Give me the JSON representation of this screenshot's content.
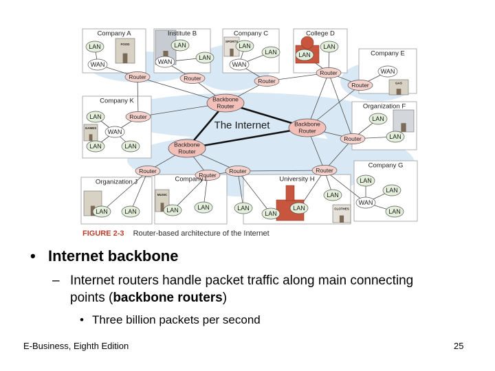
{
  "figure": {
    "caption_number": "FIGURE 2-3",
    "caption_text": "Router-based architecture of the Internet",
    "internet_label": "The Internet",
    "panels": [
      {
        "id": "a",
        "title": "Company A"
      },
      {
        "id": "b",
        "title": "Institute B"
      },
      {
        "id": "c",
        "title": "Company C"
      },
      {
        "id": "d",
        "title": "College D"
      },
      {
        "id": "e",
        "title": "Company E"
      },
      {
        "id": "f",
        "title": "Organization F"
      },
      {
        "id": "g",
        "title": "Company G"
      },
      {
        "id": "h",
        "title": "University H"
      },
      {
        "id": "i",
        "title": "Company I"
      },
      {
        "id": "j",
        "title": "Organization J"
      },
      {
        "id": "k",
        "title": "Company K"
      }
    ],
    "node_labels": {
      "lan": "LAN",
      "wan": "WAN",
      "router": "Router",
      "backbone_line1": "Backbone",
      "backbone_line2": "Router"
    },
    "building_signs": {
      "food": "FOOD",
      "sports": "SPORTS",
      "gas": "GAS",
      "games": "GAMES",
      "music": "MUSIC",
      "clothes": "CLOTHES"
    },
    "colors": {
      "cloud": "#d9e8f5",
      "lan_fill": "#e3efdb",
      "router_fill": "#f5d3cc",
      "backbone_fill": "#f2c0b8",
      "brick": "#c8553d"
    }
  },
  "bullets": {
    "level1": "Internet backbone",
    "level2_main": "Internet routers handle packet traffic along main connecting points (",
    "level2_bold": "backbone routers",
    "level2_end": ")",
    "level3": "Three billion packets per second"
  },
  "footer": {
    "left": "E-Business, Eighth Edition",
    "page": "25"
  }
}
